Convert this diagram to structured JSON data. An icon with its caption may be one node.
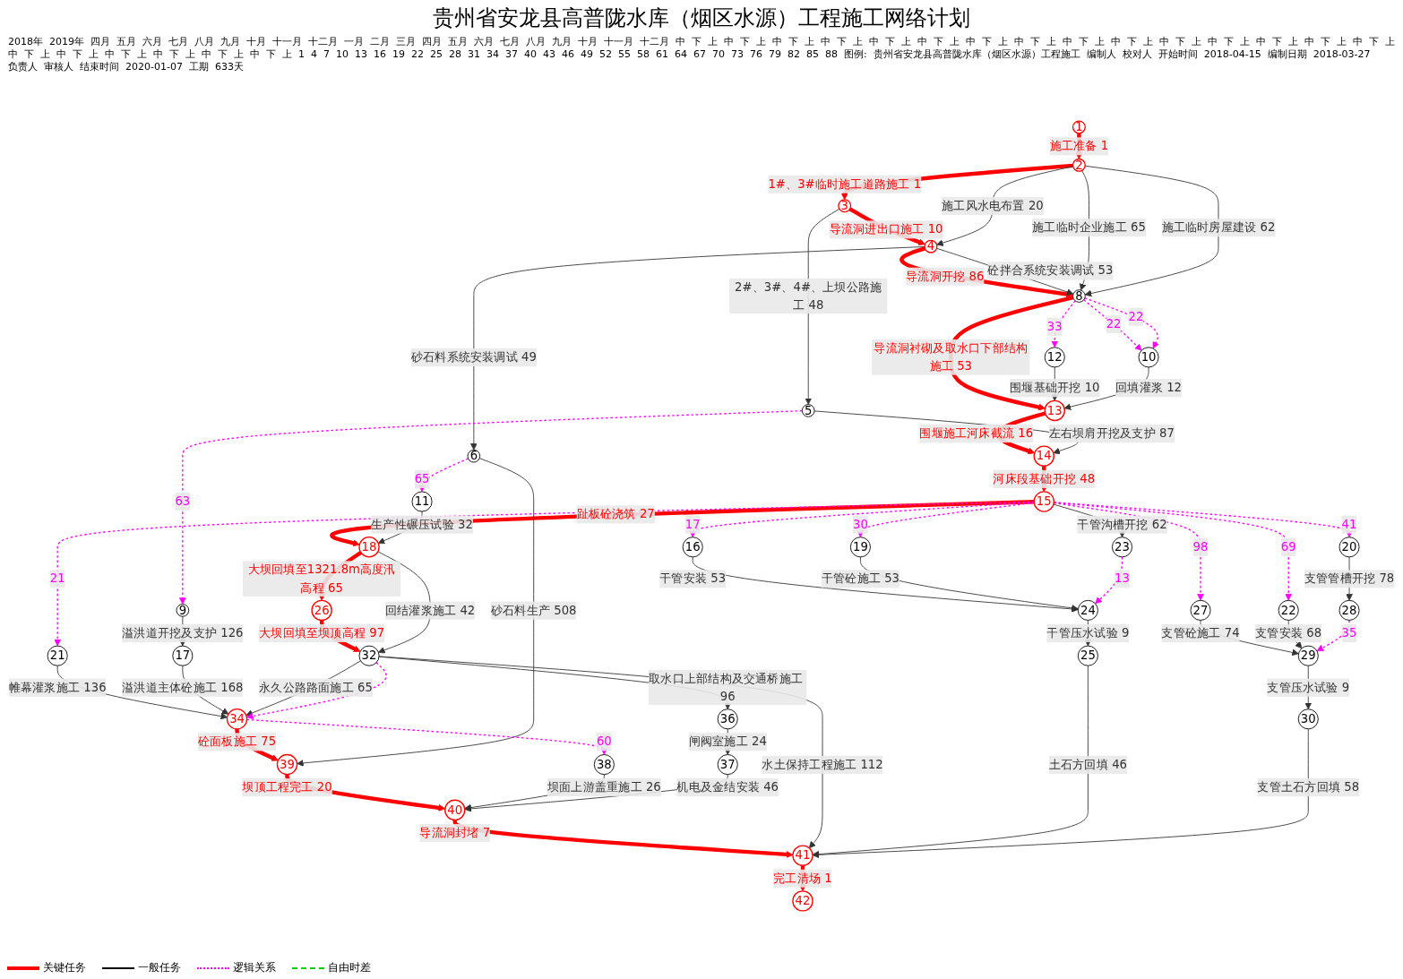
{
  "diagram": {
    "title": "贵州省安龙县高普陇水库（烟区水源）工程施工网络计划",
    "nodes": [
      {
        "text": [
          "1"
        ]
      },
      {
        "text": [
          "2"
        ]
      },
      {
        "text": [
          "3"
        ]
      },
      {
        "text": [
          "4"
        ]
      },
      {
        "text": [
          "5"
        ]
      },
      {
        "text": [
          "6"
        ]
      },
      {
        "text": [
          "8"
        ]
      },
      {
        "text": [
          "9"
        ]
      },
      {
        "text": [
          "10"
        ]
      },
      {
        "text": [
          "11"
        ]
      },
      {
        "text": [
          "12"
        ]
      },
      {
        "text": [
          "13"
        ]
      },
      {
        "text": [
          "14"
        ]
      },
      {
        "text": [
          "15"
        ]
      },
      {
        "text": [
          "16"
        ]
      },
      {
        "text": [
          "17"
        ]
      },
      {
        "text": [
          "18"
        ]
      },
      {
        "text": [
          "19"
        ]
      },
      {
        "text": [
          "20"
        ]
      },
      {
        "text": [
          "21"
        ]
      },
      {
        "text": [
          "22"
        ]
      },
      {
        "text": [
          "23"
        ]
      },
      {
        "text": [
          "24"
        ]
      },
      {
        "text": [
          "25"
        ]
      },
      {
        "text": [
          "26"
        ]
      },
      {
        "text": [
          "27"
        ]
      },
      {
        "text": [
          "28"
        ]
      },
      {
        "text": [
          "29"
        ]
      },
      {
        "text": [
          "30"
        ]
      },
      {
        "text": [
          "32"
        ]
      },
      {
        "text": [
          "34"
        ]
      },
      {
        "text": [
          "36"
        ]
      },
      {
        "text": [
          "37"
        ]
      },
      {
        "text": [
          "38"
        ]
      },
      {
        "text": [
          "39"
        ]
      },
      {
        "text": [
          "40"
        ]
      },
      {
        "text": [
          "41"
        ]
      },
      {
        "text": [
          "42"
        ]
      }
    ],
    "edges": [
      {
        "from": 0,
        "to": 1,
        "arrow": "to",
        "label": "施工准备 1",
        "style": "thick",
        "color": "#ff0000"
      },
      {
        "from": 1,
        "to": 2,
        "arrow": "to",
        "label": "1#、3#临时施工道路施工 1",
        "style": "thick",
        "color": "#ff0000"
      },
      {
        "from": 2,
        "to": 3,
        "arrow": "to",
        "label": "导流洞进出口施工 10",
        "style": "thick",
        "color": "#ff0000"
      },
      {
        "from": 3,
        "to": 6,
        "arrow": "to",
        "label": "导流洞开挖 86",
        "style": "thick",
        "color": "#ff0000"
      },
      {
        "from": 6,
        "to": 11,
        "arrow": "to",
        "label": "导流洞衬砌及取水口下部结构施工 53",
        "style": "thick",
        "color": "#ff0000"
      },
      {
        "from": 11,
        "to": 12,
        "arrow": "to",
        "label": "围堰施工河床截流 16",
        "style": "thick",
        "color": "#ff0000"
      },
      {
        "from": 12,
        "to": 13,
        "arrow": "to",
        "label": "河床段基础开挖 48",
        "style": "thick",
        "color": "#ff0000"
      },
      {
        "from": 13,
        "to": 16,
        "arrow": "to",
        "label": "趾板砼浇筑 27",
        "style": "thick",
        "color": "#ff0000"
      },
      {
        "from": 16,
        "to": 24,
        "arrow": "to",
        "label": "大坝回填至1321.8m高度汛高程 65",
        "style": "thick",
        "color": "#ff0000"
      },
      {
        "from": 24,
        "to": 29,
        "arrow": "to",
        "label": "大坝回填至坝顶高程 97",
        "style": "thick",
        "color": "#ff0000"
      },
      {
        "from": 30,
        "to": 34,
        "arrow": "to",
        "label": "砼面板施工 75",
        "style": "thick",
        "color": "#ff0000"
      },
      {
        "from": 34,
        "to": 35,
        "arrow": "to",
        "label": "坝顶工程完工 20",
        "style": "thick",
        "color": "#ff0000"
      },
      {
        "from": 35,
        "to": 36,
        "arrow": "to",
        "label": "导流洞封堵 7",
        "style": "thick",
        "color": "#ff0000"
      },
      {
        "from": 36,
        "to": 37,
        "arrow": "to",
        "label": "完工清场 1",
        "style": "thick",
        "color": "#ff0000"
      },
      {
        "from": 1,
        "to": 3,
        "arrow": "to",
        "label": "施工风水电布置 20"
      },
      {
        "from": 3,
        "to": 5,
        "arrow": "to",
        "label": "砂石料系统安装调试 49"
      },
      {
        "from": 3,
        "to": 6,
        "arrow": "to",
        "label": "砼拌合系统安装调试 53"
      },
      {
        "from": 2,
        "to": 4,
        "arrow": "to",
        "label": "2#、3#、4#、上坝公路施工 48"
      },
      {
        "from": 4,
        "to": 12,
        "arrow": "to",
        "label": "左右坝肩开挖及支护 87"
      },
      {
        "from": 1,
        "to": 6,
        "arrow": "to",
        "label": "施工临时企业施工 65"
      },
      {
        "from": 1,
        "to": 6,
        "arrow": "to",
        "label": "施工临时房屋建设 62"
      },
      {
        "from": 10,
        "to": 11,
        "arrow": "to",
        "label": "围堰基础开挖 10"
      },
      {
        "from": 8,
        "to": 11,
        "arrow": "to",
        "label": "回填灌浆 12"
      },
      {
        "from": 7,
        "to": 15,
        "arrow": "to",
        "label": "溢洪道开挖及支护 126"
      },
      {
        "from": 5,
        "to": 34,
        "arrow": "to",
        "label": "砂石料生产 508"
      },
      {
        "from": 9,
        "to": 16,
        "arrow": "to",
        "label": "生产性碾压试验 32"
      },
      {
        "from": 13,
        "to": 21,
        "arrow": "to",
        "label": "干管沟槽开挖 62"
      },
      {
        "from": 16,
        "to": 29,
        "arrow": "to",
        "label": "回结灌浆施工 42"
      },
      {
        "from": 19,
        "to": 30,
        "arrow": "to",
        "label": "帷幕灌浆施工 136"
      },
      {
        "from": 15,
        "to": 30,
        "arrow": "to",
        "label": "溢洪道主体砼施工 168"
      },
      {
        "from": 29,
        "to": 36,
        "arrow": "to",
        "label": "水土保持工程施工 112"
      },
      {
        "from": 33,
        "to": 35,
        "arrow": "to",
        "label": "坝面上游盖重施工 26"
      },
      {
        "from": 14,
        "to": 22,
        "arrow": "to",
        "label": "干管安装 53"
      },
      {
        "from": 17,
        "to": 22,
        "arrow": "to",
        "label": "干管砼施工 53"
      },
      {
        "from": 22,
        "to": 23,
        "arrow": "to",
        "label": "干管压水试验 9"
      },
      {
        "from": 23,
        "to": 36,
        "arrow": "to",
        "label": "土石方回填 46"
      },
      {
        "from": 25,
        "to": 27,
        "arrow": "to",
        "label": "支管砼施工 74"
      },
      {
        "from": 27,
        "to": 28,
        "arrow": "to",
        "label": "支管压水试验 9"
      },
      {
        "from": 20,
        "to": 27,
        "arrow": "to",
        "label": "支管安装 68"
      },
      {
        "from": 18,
        "to": 26,
        "arrow": "to",
        "label": "支管管槽开挖 78"
      },
      {
        "from": 28,
        "to": 36,
        "arrow": "to",
        "label": "支管土石方回填 58"
      },
      {
        "from": 29,
        "to": 31,
        "arrow": "to",
        "label": "取水口上部结构及交通桥施工 96"
      },
      {
        "from": 31,
        "to": 32,
        "arrow": "to",
        "label": "闸阀室施工 24"
      },
      {
        "from": 32,
        "to": 35,
        "arrow": "to",
        "label": "机电及金结安装 46"
      },
      {
        "from": 29,
        "to": 30,
        "arrow": "to",
        "label": "永久公路路面施工 65"
      },
      {
        "from": 29,
        "to": 30,
        "arrow": "to",
        "style": "dashed",
        "color": "#ff00ff"
      },
      {
        "from": 5,
        "to": 9,
        "arrow": "to",
        "label": "65",
        "style": "dashed",
        "color": "#ff00ff"
      },
      {
        "from": 4,
        "to": 7,
        "arrow": "to",
        "label": "63",
        "style": "dashed",
        "color": "#ff00ff"
      },
      {
        "from": 6,
        "to": 10,
        "arrow": "to",
        "label": "33",
        "style": "dashed",
        "color": "#ff00ff"
      },
      {
        "from": 6,
        "to": 8,
        "arrow": "to",
        "label": "22",
        "style": "dashed",
        "color": "#ff00ff"
      },
      {
        "from": 6,
        "to": 8,
        "arrow": "to",
        "label": "22",
        "style": "dashed",
        "color": "#ff00ff"
      },
      {
        "from": 13,
        "to": 25,
        "arrow": "to",
        "label": "98",
        "style": "dashed",
        "color": "#ff00ff"
      },
      {
        "from": 13,
        "to": 20,
        "arrow": "to",
        "label": "69",
        "style": "dashed",
        "color": "#ff00ff"
      },
      {
        "from": 13,
        "to": 18,
        "arrow": "to",
        "label": "41",
        "style": "dashed",
        "color": "#ff00ff"
      },
      {
        "from": 13,
        "to": 19,
        "arrow": "to",
        "label": "21",
        "style": "dashed",
        "color": "#ff00ff"
      },
      {
        "from": 13,
        "to": 14,
        "arrow": "to",
        "label": "17",
        "style": "dashed",
        "color": "#ff00ff"
      },
      {
        "from": 13,
        "to": 17,
        "arrow": "to",
        "label": "30",
        "style": "dashed",
        "color": "#ff00ff"
      },
      {
        "from": 21,
        "to": 22,
        "arrow": "to",
        "label": "13",
        "style": "dashed",
        "color": "#ff00ff"
      },
      {
        "from": 26,
        "to": 27,
        "arrow": "to",
        "label": "35",
        "style": "dashed",
        "color": "#ff00ff"
      },
      {
        "from": 30,
        "to": 33,
        "arrow": "to",
        "label": "60",
        "style": "dashed",
        "color": "#ff00ff"
      }
    ],
    "labels": [
      "2018年",
      "2019年",
      "四月",
      "五月",
      "六月",
      "七月",
      "八月",
      "九月",
      "十月",
      "十一月",
      "十二月",
      "一月",
      "二月",
      "三月",
      "四月",
      "五月",
      "六月",
      "七月",
      "八月",
      "九月",
      "十月",
      "十一月",
      "十二月",
      "中",
      "下",
      "上",
      "中",
      "下",
      "上",
      "中",
      "下",
      "上",
      "中",
      "下",
      "上",
      "中",
      "下",
      "上",
      "中",
      "下",
      "上",
      "中",
      "下",
      "上",
      "中",
      "下",
      "上",
      "中",
      "下",
      "上",
      "中",
      "下",
      "上",
      "中",
      "下",
      "上",
      "中",
      "下",
      "上",
      "中",
      "下",
      "上",
      "中",
      "下",
      "上",
      "中",
      "下",
      "上",
      "中",
      "下",
      "上",
      "中",
      "下",
      "上",
      "中",
      "下",
      "上",
      "中",
      "下",
      "上",
      "中",
      "下",
      "上",
      "中",
      "下",
      "上",
      "1",
      "4",
      "7",
      "10",
      "13",
      "16",
      "19",
      "22",
      "25",
      "28",
      "31",
      "34",
      "37",
      "40",
      "43",
      "46",
      "49",
      "52",
      "55",
      "58",
      "61",
      "64",
      "67",
      "70",
      "73",
      "76",
      "79",
      "82",
      "85",
      "88",
      "图例:",
      "贵州省安龙县高普陇水库（烟区水源）工程施工",
      "编制人",
      "校对人",
      "开始时间",
      "2018-04-15",
      "编制日期",
      "2018-03-27",
      "负责人",
      "审核人",
      "结束时间",
      "2020-01-07",
      "工期",
      "633天"
    ],
    "legend": [
      {
        "text": "关键任务"
      },
      {
        "text": "一般任务"
      },
      {
        "text": "逻辑关系"
      },
      {
        "text": "自由时差"
      }
    ]
  }
}
